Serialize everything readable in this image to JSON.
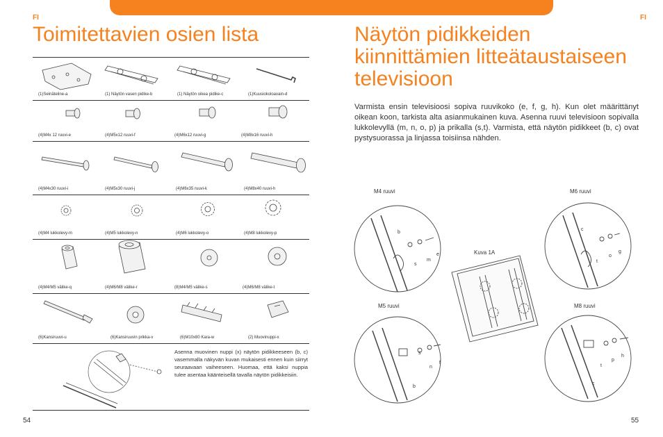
{
  "header": {
    "lang_left": "FI",
    "lang_right": "FI"
  },
  "left": {
    "title": "Toimitettavien osien lista",
    "rows": [
      [
        "(1)Seinäteline-a",
        "(1) Näytön vasen pidike-b",
        "(1) Näytön oikea pidike-c",
        "(1)Kuusiokoloavain-d"
      ],
      [
        "(4)M4x 12 ruuvi-e",
        "(4)M5x12 ruuvi-f",
        "(4)M6x12 ruuvi-g",
        "(4)M8x16 ruuvi-h"
      ],
      [
        "(4)M4x30 ruuvi-i",
        "(4)M5x30 ruuvi-j",
        "(4)M6x35 ruuvi-k",
        "(4)M8x40 ruuvi-h"
      ],
      [
        "(4)M4 lukkolevy-m",
        "(4)M5 lukkolevy-n",
        "(4)M6 lukkolevy-o",
        "(4)M8 lukkolevy-p"
      ],
      [
        "(4)M4/M5 välike-q",
        "(4)M6/M8 välike-r",
        "(8)M4/M5 välike-s",
        "(4)M6/M8 välike-t"
      ],
      [
        "(6)Kansiruuvi-u",
        "(6)Kansiruuvin prikka-v",
        "(6)M10x80 Kara-w",
        "(2) Muovinuppi-x"
      ]
    ],
    "note": "Asenna muovinen nuppi (x) näytön pidikkeeseen (b, c) vasemmalla näkyvän kuvan mukaisesti ennen kuin siirryt seuraavaan vaiheeseen. Huomaa, että kaksi nuppia tulee asentaa käänteisellä tavalla näytön pidikkeisiin.",
    "page_number": "54"
  },
  "right": {
    "title": "Näytön pidikkeiden kiinnittämien litteätaustaiseen televisioon",
    "intro": "Varmista ensin televisioosi sopiva ruuvikoko (e, f, g, h). Kun olet määrittänyt oikean koon, tarkista alta asianmukainen kuva. Asenna ruuvi televisioon sopivalla lukkolevyllä (m, n, o, p) ja prikalla (s,t). Varmista, että näytön pidikkeet (b, c) ovat pystysuorassa ja linjassa toisiinsa nähden.",
    "diagram": {
      "m4": "M4 ruuvi",
      "m6": "M6 ruuvi",
      "m5": "M5 ruuvi",
      "m8": "M8 ruuvi",
      "center": "Kuva 1A",
      "letters": {
        "b": "b",
        "c": "c",
        "e": "e",
        "f": "f",
        "g": "g",
        "h": "h",
        "m": "m",
        "n": "n",
        "o": "o",
        "p": "p",
        "s": "s",
        "t": "t"
      }
    },
    "page_number": "55"
  },
  "colors": {
    "accent": "#f5821f",
    "text": "#333333"
  }
}
